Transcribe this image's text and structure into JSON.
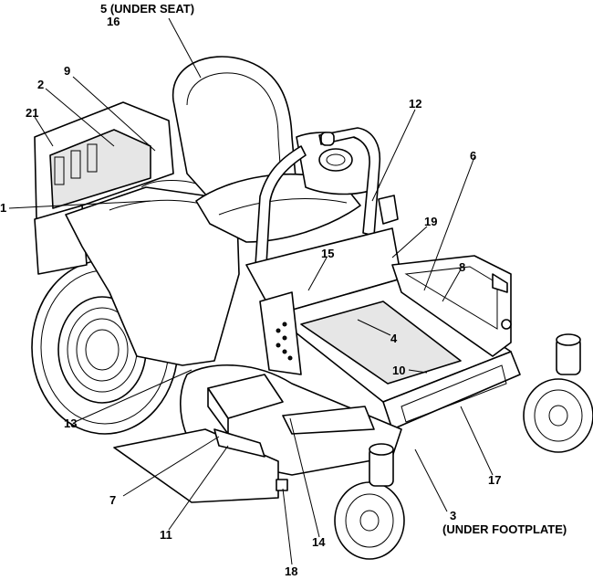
{
  "callouts": {
    "c1": "1",
    "c2": "2",
    "c3": "3",
    "c3_note": "(UNDER FOOTPLATE)",
    "c4": "4",
    "c5": "5 (UNDER SEAT)",
    "c6": "6",
    "c7": "7",
    "c8": "8",
    "c9": "9",
    "c10": "10",
    "c11": "11",
    "c12": "12",
    "c13": "13",
    "c14": "14",
    "c15": "15",
    "c16": "16",
    "c17": "17",
    "c18": "18",
    "c19": "19",
    "c21": "21"
  }
}
